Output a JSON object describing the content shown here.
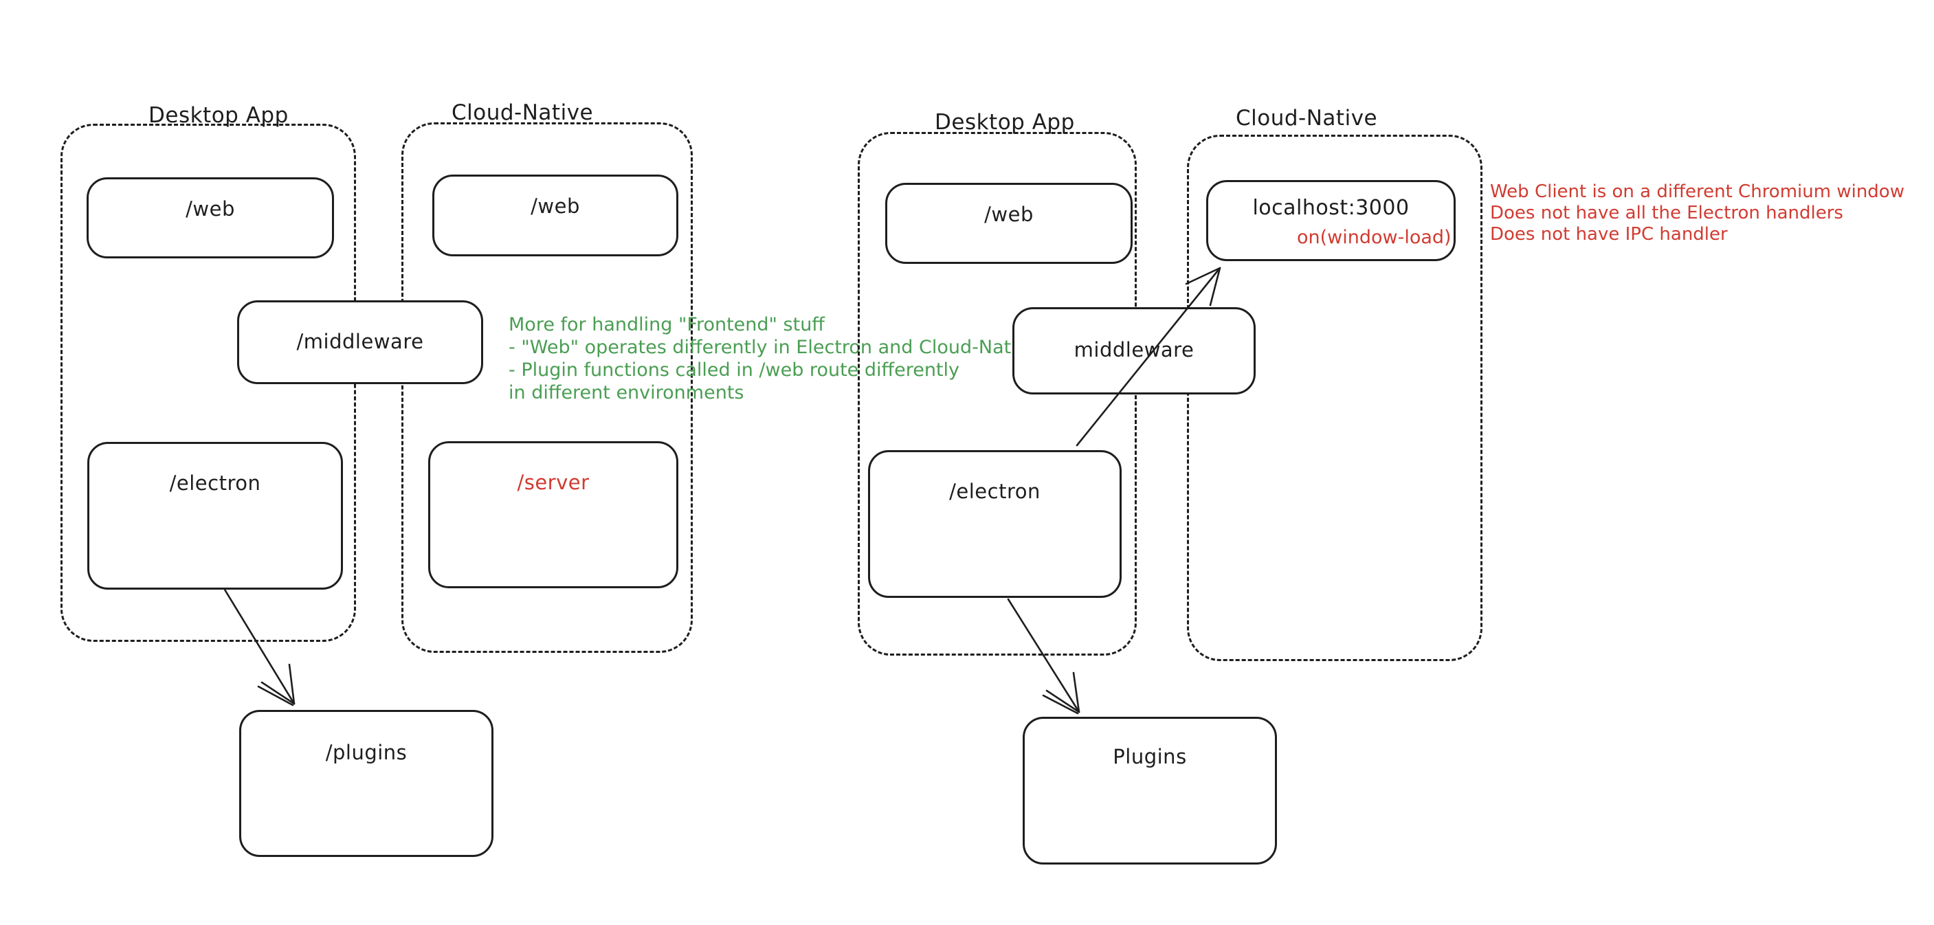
{
  "colors": {
    "ink": "#1e1e1e",
    "green_note": "#4a9e53",
    "red_note": "#d13b31",
    "background": "#ffffff"
  },
  "left": {
    "desktop_label": "Desktop App",
    "cloud_label": "Cloud-Native",
    "web_desktop": "/web",
    "web_cloud": "/web",
    "middleware": "/middleware",
    "electron": "/electron",
    "server": "/server",
    "plugins": "/plugins",
    "green_note_lines": [
      "More for handling \"Frontend\" stuff",
      "- \"Web\" operates differently in Electron and Cloud-Native",
      "- Plugin functions called in /web route differently",
      "in different environments"
    ]
  },
  "right": {
    "desktop_label": "Desktop App",
    "cloud_label": "Cloud-Native",
    "web": "/web",
    "localhost": "localhost:3000",
    "on_window_load": "on(window-load)",
    "middleware": "middleware",
    "electron": "/electron",
    "plugins": "Plugins",
    "red_note_lines": [
      "Web Client is on a different Chromium window",
      "Does not have all the Electron handlers",
      "Does not have IPC handler"
    ]
  },
  "arrows": [
    {
      "name": "electron-to-plugins-left"
    },
    {
      "name": "electron-to-localhost"
    },
    {
      "name": "electron-to-plugins-right"
    }
  ]
}
